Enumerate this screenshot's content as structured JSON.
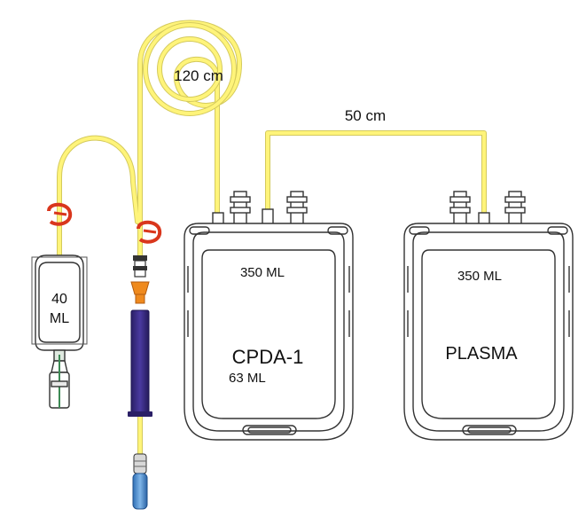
{
  "labels": {
    "tube_main": "120 cm",
    "tube_link": "50 cm",
    "sample_bag_volume_line1": "40",
    "sample_bag_volume_line2": "ML",
    "primary_bag_volume": "350 ML",
    "primary_bag_solution": "CPDA-1",
    "primary_bag_solution_volume": "63 ML",
    "plasma_bag_volume": "350 ML",
    "plasma_bag_name": "PLASMA"
  },
  "colors": {
    "tube": "#fff36e",
    "tube_edge": "#d9cf5a",
    "clamp": "#e0391f",
    "needle_hub": "#ef8a1e",
    "needle_cover": "#3b2d82",
    "holder_tip": "#4f8fcf",
    "outline": "#333333"
  }
}
